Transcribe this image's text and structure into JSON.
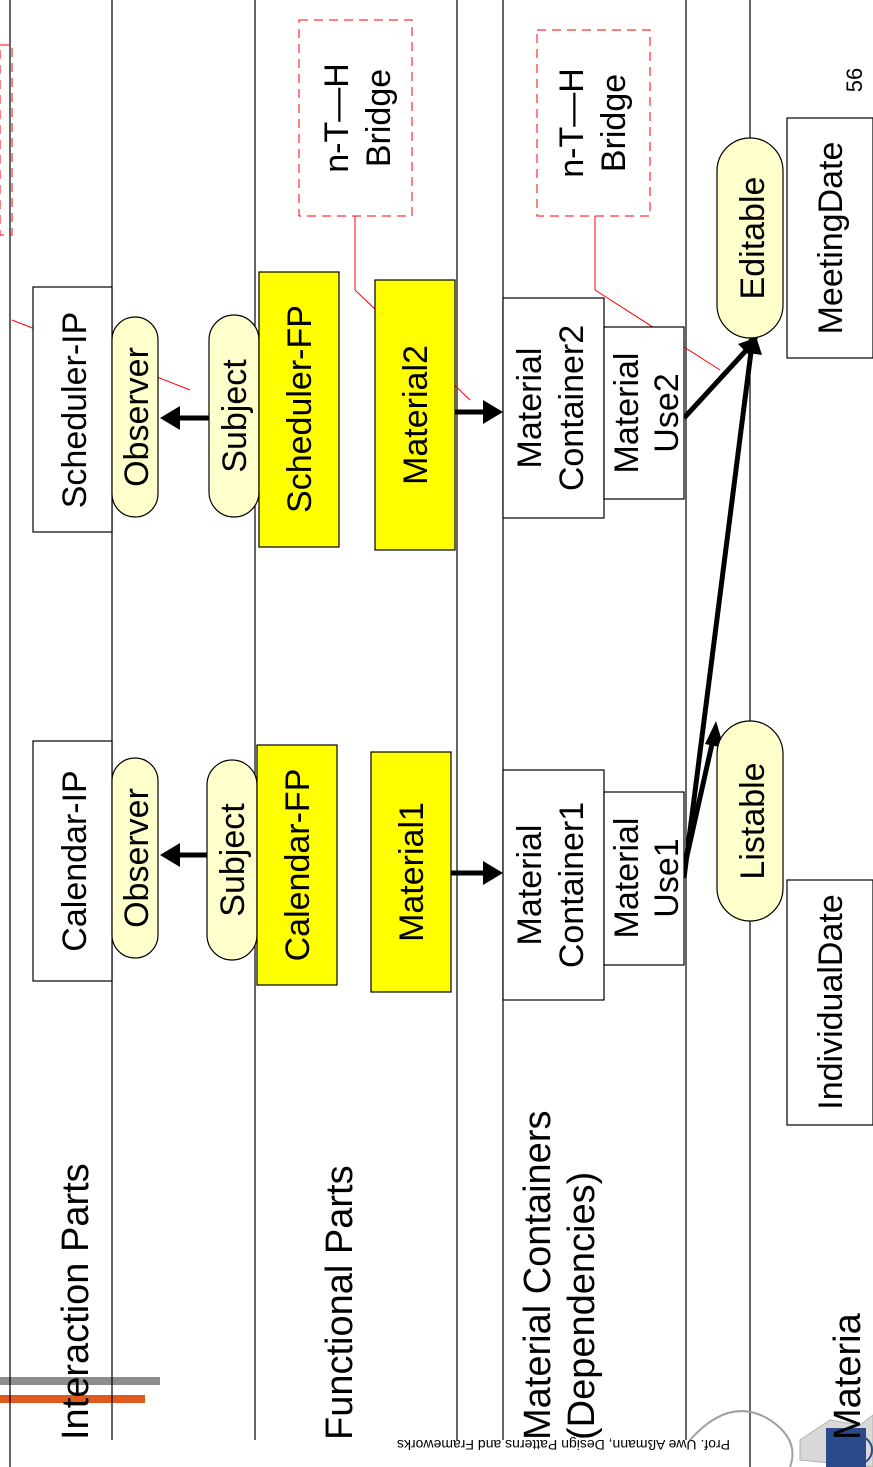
{
  "layers": {
    "interaction": "Interaction Parts",
    "functional": "Functional Parts",
    "containers_line1": "Material Containers",
    "containers_line2": "(Dependencies)",
    "material": "Materia"
  },
  "interaction_parts": {
    "calendar": "Calendar-IP",
    "scheduler": "Scheduler-IP"
  },
  "observers": {
    "left": "Observer",
    "right": "Observer"
  },
  "subjects": {
    "left": "Subject",
    "right": "Subject"
  },
  "functional_parts": {
    "calendar": "Calendar-FP",
    "scheduler": "Scheduler-FP"
  },
  "materials": {
    "m1": "Material1",
    "m2": "Material2"
  },
  "containers": {
    "c1_line1": "Material",
    "c1_line2": "Container1",
    "c2_line1": "Material",
    "c2_line2": "Container2"
  },
  "uses": {
    "u1_line1": "Material",
    "u1_line2": "Use1",
    "u2_line1": "Material",
    "u2_line2": "Use2"
  },
  "bridges": {
    "b1_line1": "n-T—H",
    "b1_line2": "Bridge",
    "b2_line1": "n-T—H",
    "b2_line2": "Bridge"
  },
  "aspects": {
    "listable": "Listable",
    "editable": "Editable"
  },
  "dates": {
    "individual": "IndividualDate",
    "meeting": "MeetingDate"
  },
  "footer": {
    "credit": "Prof. Uwe Aßmann, Design Patterns and Frameworks",
    "page": "56"
  },
  "colors": {
    "yellow_box": "#ffff00",
    "pill_fill": "#ffffcc",
    "dashed_line": "#ff0000",
    "bar_gray": "#8c8c8c",
    "bar_orange": "#e05a1e"
  }
}
